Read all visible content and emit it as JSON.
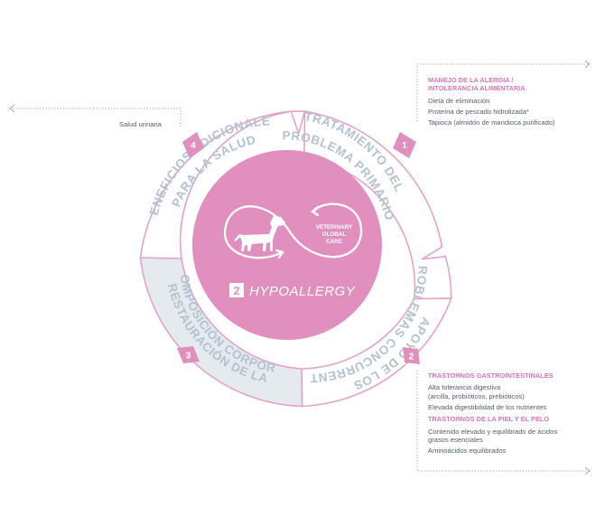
{
  "center": {
    "product_number": "2",
    "product_name": "HYPOALLERGY",
    "logo_text": [
      "VETERINARY",
      "GLOBAL",
      "CARE"
    ]
  },
  "segments": [
    {
      "number": "1",
      "line1": "TRATAMIENTO DEL",
      "line2": "PROBLEMA PRIMARIO"
    },
    {
      "number": "2",
      "line1": "APOYO DE LOS",
      "line2": "PROBLEMAS CONCURRENTES"
    },
    {
      "number": "3",
      "line1": "RESTAURACIÓN DE LA",
      "line2": "COMPOSICIÓN CORPORAL"
    },
    {
      "number": "4",
      "line1": "BENEFICIOS ADICIONALES",
      "line2": "PARA LA SALUD"
    }
  ],
  "panels": {
    "p1": {
      "heading_line1": "MANEJO DE LA ALERGIA /",
      "heading_line2": "INTOLERANCIA ALIMENTARIA",
      "items": [
        "Dieta de eliminación",
        "Proteína de pescado hidrolizada*",
        "Tapioca (almidón de mandioca purificado)"
      ]
    },
    "p2": {
      "heading_a": "TRASTORNOS GASTROINTESTINALES",
      "items_a": [
        "Alta tolerancia digestiva",
        "(arcilla, probióticos, prebióticos)",
        "Elevada digestibilidad de los nutrientes"
      ],
      "heading_b": "TRASTORNOS DE LA PIEL Y EL PELO",
      "items_b": [
        "Contenido elevado y equilibrado de ácidos",
        "grasos esenciales",
        "Aminoácidos equilibrados"
      ]
    },
    "p4": {
      "items": [
        "Salud urinaria"
      ]
    }
  },
  "colors": {
    "pink": "#e08fbf",
    "pink_dark": "#d977b4",
    "segment_text": "#b3c2cf",
    "segment_fill_gray": "#e5eaee",
    "segment_stroke": "#e3a3c9"
  },
  "icons": [
    "dog-icon",
    "infinity-arrow-icon",
    "dotted-arrow-right-icon",
    "dotted-arrow-left-icon"
  ]
}
